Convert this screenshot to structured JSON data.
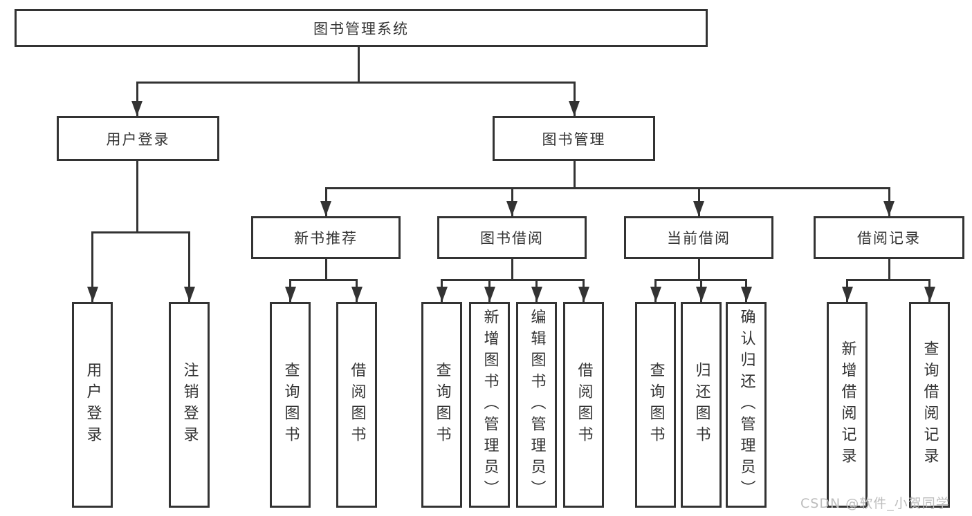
{
  "nodes": {
    "root": {
      "label": "图书管理系统"
    },
    "user_login": {
      "label": "用户登录",
      "children": [
        "用户登录",
        "注销登录"
      ]
    },
    "book_management": {
      "label": "图书管理"
    },
    "new_book": {
      "label": "新书推荐",
      "children": [
        "查询图书",
        "借阅图书"
      ]
    },
    "book_borrow": {
      "label": "图书借阅",
      "children": [
        "查询图书",
        "新增图书（管理员）",
        "编辑图书（管理员）",
        "借阅图书"
      ]
    },
    "current_borrow": {
      "label": "当前借阅",
      "children": [
        "查询图书",
        "归还图书",
        "确认归还（管理员）"
      ]
    },
    "borrow_record": {
      "label": "借阅记录",
      "children": [
        "新增借阅记录",
        "查询借阅记录"
      ]
    }
  },
  "watermark": {
    "text": "CSDN @软件_小贺同学"
  },
  "colors": {
    "line": "#333333",
    "text": "#333333",
    "background": "#ffffff",
    "watermark": "#bdbdbd"
  }
}
